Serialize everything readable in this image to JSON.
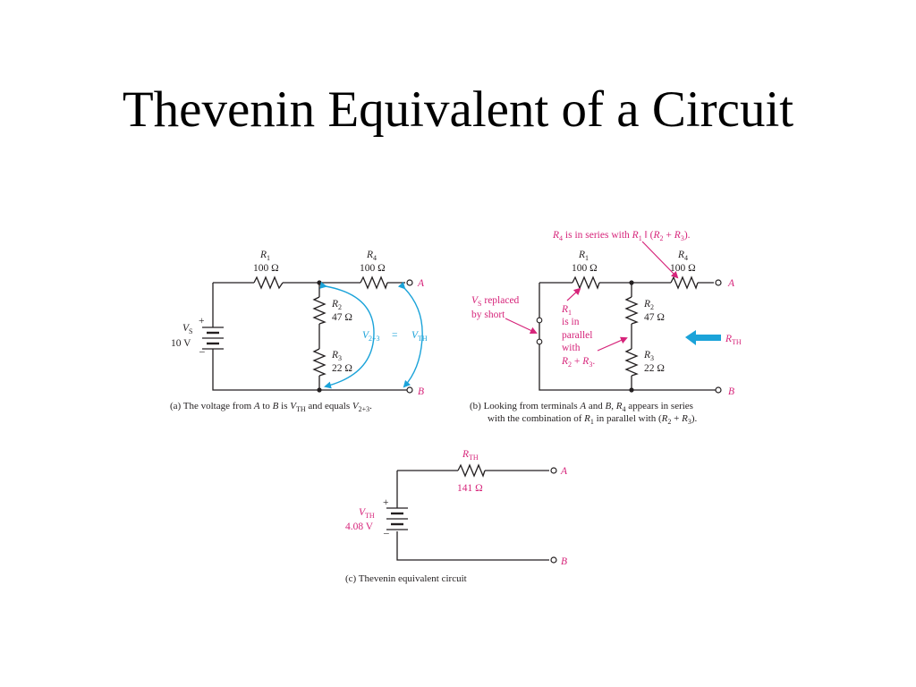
{
  "title": "Thevenin Equivalent of a Circuit",
  "colors": {
    "annotation": "#d6247a",
    "arrow": "#1ba3d9",
    "wire": "#231f20"
  },
  "fig_a": {
    "r1_name": "R",
    "r1_sub": "1",
    "r1_value": "100 Ω",
    "r4_name": "R",
    "r4_sub": "4",
    "r4_value": "100 Ω",
    "r2_name": "R",
    "r2_sub": "2",
    "r2_value": "47 Ω",
    "r3_name": "R",
    "r3_sub": "3",
    "r3_value": "22 Ω",
    "vs_name": "V",
    "vs_sub": "S",
    "vs_value": "10 V",
    "plus": "+",
    "minus": "–",
    "terminal_a": "A",
    "terminal_b": "B",
    "v23_name": "V",
    "v23_sub": "2+3",
    "equals": "=",
    "vth_name": "V",
    "vth_sub": "TH",
    "caption_1": "(a)  The voltage from ",
    "caption_a": "A",
    "caption_2": " to ",
    "caption_b": "B",
    "caption_3": " is ",
    "caption_v": "V",
    "caption_vsub": "TH",
    "caption_4": " and equals ",
    "caption_v2": "V",
    "caption_v2sub": "2+3",
    "caption_5": "."
  },
  "fig_b": {
    "note_r4_1": "R",
    "note_r4_sub": "4",
    "note_r4_2": " is in series with ",
    "note_r4_3": "R",
    "note_r4_sub2": "1",
    "note_r4_4": " ǁ (",
    "note_r4_5": "R",
    "note_r4_sub3": "2",
    "note_r4_6": " + ",
    "note_r4_7": "R",
    "note_r4_sub4": "3",
    "note_r4_8": ").",
    "r1_name": "R",
    "r1_sub": "1",
    "r1_value": "100 Ω",
    "r4_name": "R",
    "r4_sub": "4",
    "r4_value": "100 Ω",
    "r2_name": "R",
    "r2_sub": "2",
    "r2_value": "47 Ω",
    "r3_name": "R",
    "r3_sub": "3",
    "r3_value": "22 Ω",
    "vs_note_name": "V",
    "vs_note_sub": "S",
    "vs_note_1": " replaced",
    "vs_note_2": "by short",
    "r1_note_name": "R",
    "r1_note_sub": "1",
    "r1_note_l2": "is in",
    "r1_note_l3": "parallel",
    "r1_note_l4": "with",
    "r1_note_l5a": "R",
    "r1_note_l5sub": "2",
    "r1_note_l5b": " + ",
    "r1_note_l5c": "R",
    "r1_note_l5sub2": "3",
    "r1_note_l5d": ".",
    "rth_name": "R",
    "rth_sub": "TH",
    "terminal_a": "A",
    "terminal_b": "B",
    "caption_l1a": "(b)  Looking from terminals ",
    "caption_l1b": "A",
    "caption_l1c": " and ",
    "caption_l1d": "B",
    "caption_l1e": ", ",
    "caption_l1f": "R",
    "caption_l1sub": "4",
    "caption_l1g": " appears in series",
    "caption_l2a": "with the combination of ",
    "caption_l2b": "R",
    "caption_l2sub": "1",
    "caption_l2c": " in parallel with (",
    "caption_l2d": "R",
    "caption_l2sub2": "2",
    "caption_l2e": " + ",
    "caption_l2f": "R",
    "caption_l2sub3": "3",
    "caption_l2g": ")."
  },
  "fig_c": {
    "rth_name": "R",
    "rth_sub": "TH",
    "rth_value": "141 Ω",
    "vth_name": "V",
    "vth_sub": "TH",
    "vth_value": "4.08 V",
    "plus": "+",
    "minus": "–",
    "terminal_a": "A",
    "terminal_b": "B",
    "caption": "(c)  Thevenin equivalent circuit"
  }
}
